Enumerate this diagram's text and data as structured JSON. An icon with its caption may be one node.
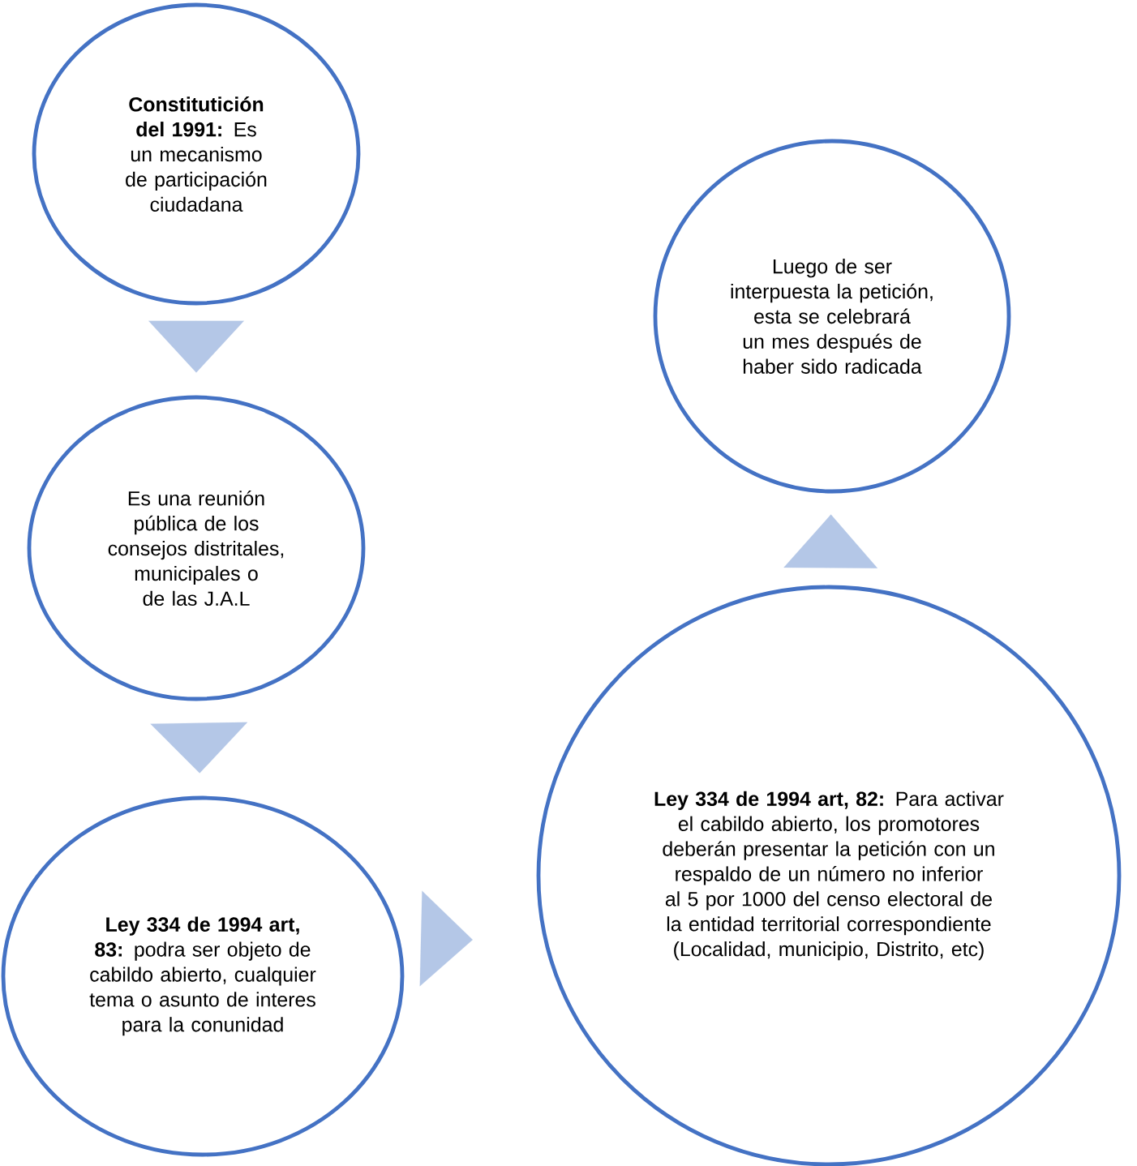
{
  "diagram": {
    "nodes": [
      {
        "text": [
          "**Constitutición del 1991:** Es un mecanismo de participación ciudadana"
        ]
      },
      {
        "text": [
          "Es una reunión pública de los consejos distritales, municipales o de las J.A.L"
        ]
      },
      {
        "text": [
          "**Ley 334 de 1994 art, 83:** podra ser objeto de cabildo abierto, cualquier tema o asunto de interes  para la conunidad"
        ]
      },
      {
        "text": [
          "**Ley 334 de 1994 art, 82:** Para activar el cabildo abierto, los promotores deberán presentar la petición con un respaldo de un número no inferior al 5 por 1000 del censo electoral de la entidad territorial correspondiente (Localidad, municipio, Distrito, etc)"
        ]
      },
      {
        "text": [
          "Luego de ser interpuesta la petición, esta se celebrará un mes después de haber sido radicada"
        ]
      }
    ],
    "edges": [
      {
        "from": 0,
        "to": 1,
        "arrow": "to"
      },
      {
        "from": 1,
        "to": 2,
        "arrow": "to"
      },
      {
        "from": 2,
        "to": 3,
        "arrow": "to"
      },
      {
        "from": 3,
        "to": 4,
        "arrow": "to"
      }
    ]
  }
}
